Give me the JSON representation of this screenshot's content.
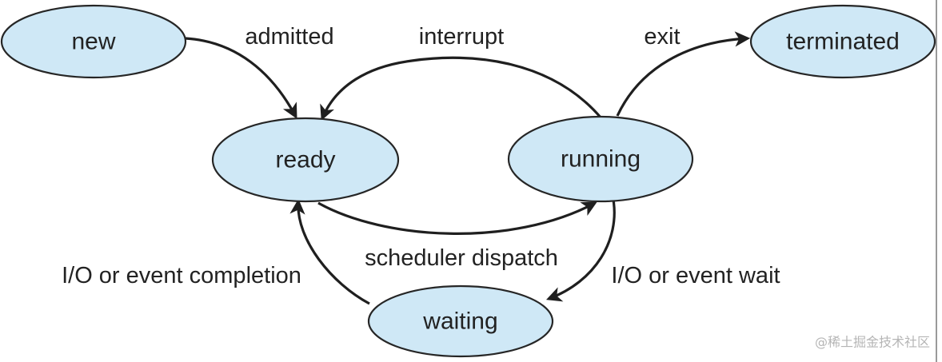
{
  "diagram": {
    "states": [
      {
        "id": "new",
        "label": "new"
      },
      {
        "id": "ready",
        "label": "ready"
      },
      {
        "id": "running",
        "label": "running"
      },
      {
        "id": "waiting",
        "label": "waiting"
      },
      {
        "id": "terminated",
        "label": "terminated"
      }
    ],
    "transitions": [
      {
        "id": "admitted",
        "from": "new",
        "to": "ready",
        "label": "admitted"
      },
      {
        "id": "interrupt",
        "from": "running",
        "to": "ready",
        "label": "interrupt"
      },
      {
        "id": "exit",
        "from": "running",
        "to": "terminated",
        "label": "exit"
      },
      {
        "id": "dispatch",
        "from": "ready",
        "to": "running",
        "label": "scheduler dispatch"
      },
      {
        "id": "io-wait",
        "from": "running",
        "to": "waiting",
        "label": "I/O or event wait"
      },
      {
        "id": "io-completion",
        "from": "waiting",
        "to": "ready",
        "label": "I/O or event completion"
      }
    ]
  },
  "watermark": "@稀土掘金技术社区",
  "colors": {
    "state_fill": "#cfe8f6",
    "state_stroke": "#262626",
    "edge": "#1f1f1f",
    "text": "#222222",
    "watermark": "#b5b5b5"
  }
}
